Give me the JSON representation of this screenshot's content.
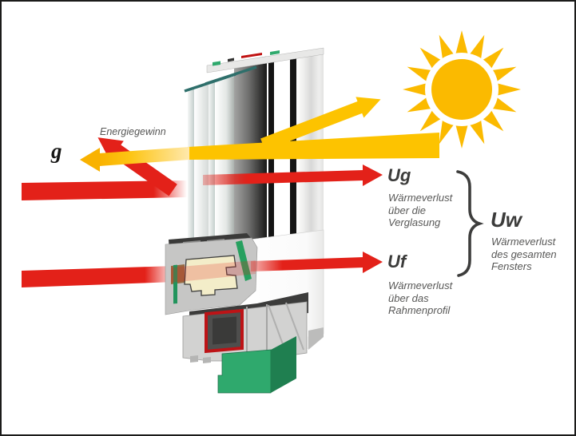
{
  "diagram": {
    "title_context": "Window energy balance diagram",
    "solar": {
      "gain_label": "Energiegewinn",
      "g_label": "g"
    },
    "losses": {
      "ug": {
        "label": "Ug",
        "description": "Wärmeverlust\nüber die\nVerglasung"
      },
      "uf": {
        "label": "Uf",
        "description": "Wärmeverlust\nüber das\nRahmenprofil"
      },
      "uw": {
        "label": "Uw",
        "description": "Wärmeverlust\ndes gesamten\nFensters"
      }
    },
    "colors": {
      "arrow_yellow": "#fdc300",
      "arrow_yellow_deep": "#f9b200",
      "sun_yellow": "#fbba00",
      "arrow_red": "#e32119",
      "label_dark": "#3c3c3b",
      "desc_gray": "#575756",
      "green_block": "#2fa96d",
      "cream_insulation": "#f3edc9",
      "glass_teal": "#2e6f6b",
      "border": "#1b1b1a"
    }
  }
}
